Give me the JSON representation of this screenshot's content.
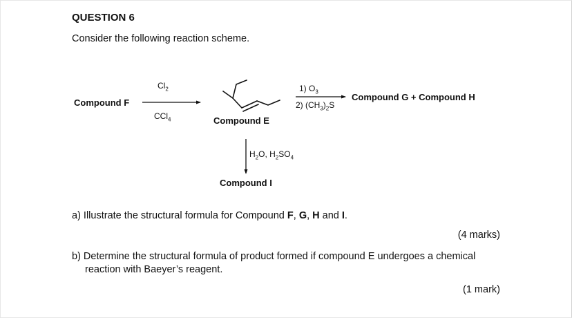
{
  "question": {
    "title": "QUESTION 6",
    "intro": "Consider the following reaction scheme."
  },
  "scheme": {
    "compound_f": "Compound F",
    "reagent_top": "Cl",
    "reagent_top_sub": "2",
    "reagent_bottom": "CCl",
    "reagent_bottom_sub": "4",
    "compound_e": "Compound E",
    "step1": "1) O",
    "step1_sub": "3",
    "step2_prefix": "2) (CH",
    "step2_sub1": "3",
    "step2_mid": ")",
    "step2_sub2": "2",
    "step2_suffix": "S",
    "products": "Compound G + Compound H",
    "hydration_1": "H",
    "hydration_sub1": "2",
    "hydration_2": "O, H",
    "hydration_sub2": "2",
    "hydration_3": "SO",
    "hydration_sub3": "4",
    "compound_i": "Compound I"
  },
  "part_a": {
    "text": "a) Illustrate the structural formula for Compound ",
    "f": "F",
    "sep1": ", ",
    "g": "G",
    "sep2": ", ",
    "h": "H",
    "and": " and ",
    "i": "I",
    "end": ".",
    "marks": "(4 marks)"
  },
  "part_b": {
    "line1": "b) Determine the structural formula of product formed if compound E undergoes a chemical",
    "line2": "reaction with Baeyer’s reagent.",
    "marks": "(1 mark)"
  }
}
